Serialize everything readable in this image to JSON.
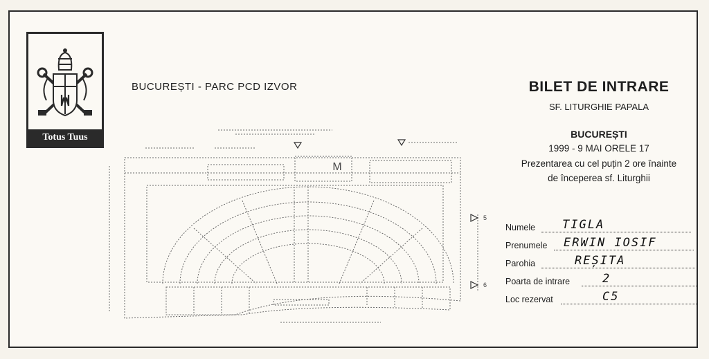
{
  "crest": {
    "motto": "Totus Tuus"
  },
  "header": {
    "venue": "BUCUREȘTI - PARC PCD IZVOR"
  },
  "ticket": {
    "title": "BILET DE INTRARE",
    "subtitle": "SF. LITURGHIE PAPALA",
    "city": "BUCUREȘTI",
    "date": "1999 - 9 MAI ORELE 17",
    "note_line1": "Prezentarea cu cel puțin 2 ore înainte",
    "note_line2": "de începerea sf. Liturghii"
  },
  "form": {
    "name_label": "Numele",
    "name_value": "TIGLA",
    "firstname_label": "Prenumele",
    "firstname_value": "ERWIN IOSIF",
    "parish_label": "Parohia",
    "parish_value": "REȘITA",
    "gate_label": "Poarta de intrare",
    "gate_value": "2",
    "seat_label": "Loc rezervat",
    "seat_value": "C5"
  },
  "map": {
    "stage_letter": "M",
    "gate_markers": [
      "5",
      "6"
    ]
  }
}
